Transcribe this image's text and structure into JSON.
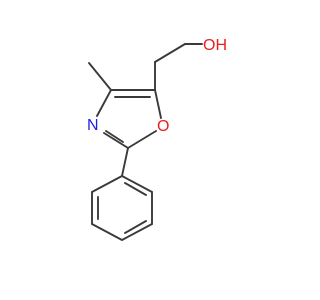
{
  "molecule": {
    "atom_labels": {
      "hydroxyl": "OH",
      "ring_nitrogen": "N",
      "ring_oxygen": "O"
    },
    "colors": {
      "bond": "#3a3a3a",
      "nitrogen": "#2020e8",
      "oxygen": "#e82020"
    }
  }
}
